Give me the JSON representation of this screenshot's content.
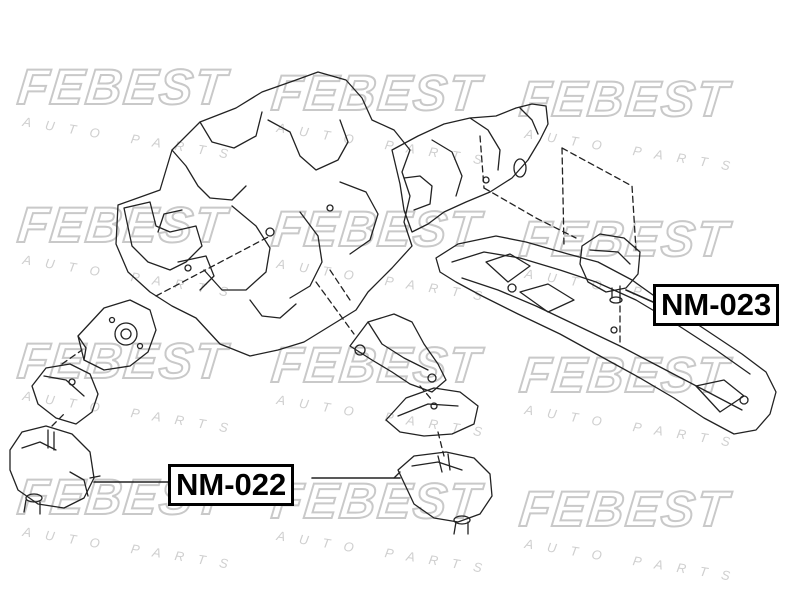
{
  "watermark": {
    "brand": "FEBEST",
    "subtitle": "AUTO PARTS"
  },
  "part_labels": {
    "left_mount": "NM-022",
    "rear_mount": "NM-023"
  },
  "colors": {
    "line": "#222222",
    "watermark_outline": "#c9c9c9",
    "label_border": "#000000",
    "background": "#ffffff"
  }
}
